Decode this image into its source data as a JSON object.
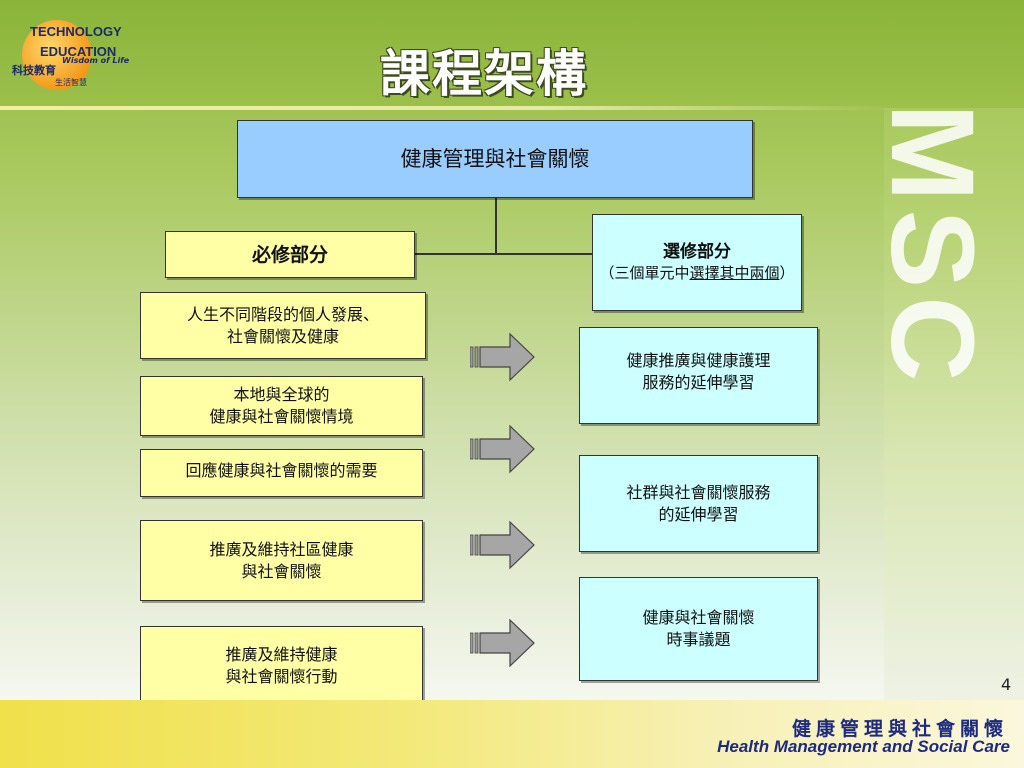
{
  "title": "課程架構",
  "logo": {
    "line1": "TECHNOLOGY",
    "line2": "EDUCATION",
    "sub_left": "科技教育",
    "tagline": "Wisdom of Life",
    "sub_small": "生活智慧"
  },
  "side_watermark": "HMSC",
  "root": "健康管理與社會關懷",
  "required": {
    "label": "必修部分",
    "items": [
      "人生不同階段的個人發展、\n社會關懷及健康",
      "本地與全球的\n健康與社會關懷情境",
      "回應健康與社會關懷的需要",
      "推廣及維持社區健康\n與社會關懷",
      "推廣及維持健康\n與社會關懷行動"
    ]
  },
  "elective": {
    "label": "選修部分",
    "note_prefix": "（三個單元中",
    "note_underlined": "選擇其中兩個",
    "note_suffix": "）",
    "items": [
      "健康推廣與健康護理\n服務的延伸學習",
      "社群與社會關懷服務\n的延伸學習",
      "健康與社會關懷\n時事議題"
    ]
  },
  "arrow_icon": "right-arrow-icon",
  "page_number": "4",
  "footer": {
    "zh": "健康管理與社會關懷",
    "en": "Health Management and Social Care"
  },
  "colors": {
    "root_box": "#99ccff",
    "required_box": "#ffffa6",
    "elective_box": "#ccffff",
    "footer_text": "#1d2a80"
  }
}
